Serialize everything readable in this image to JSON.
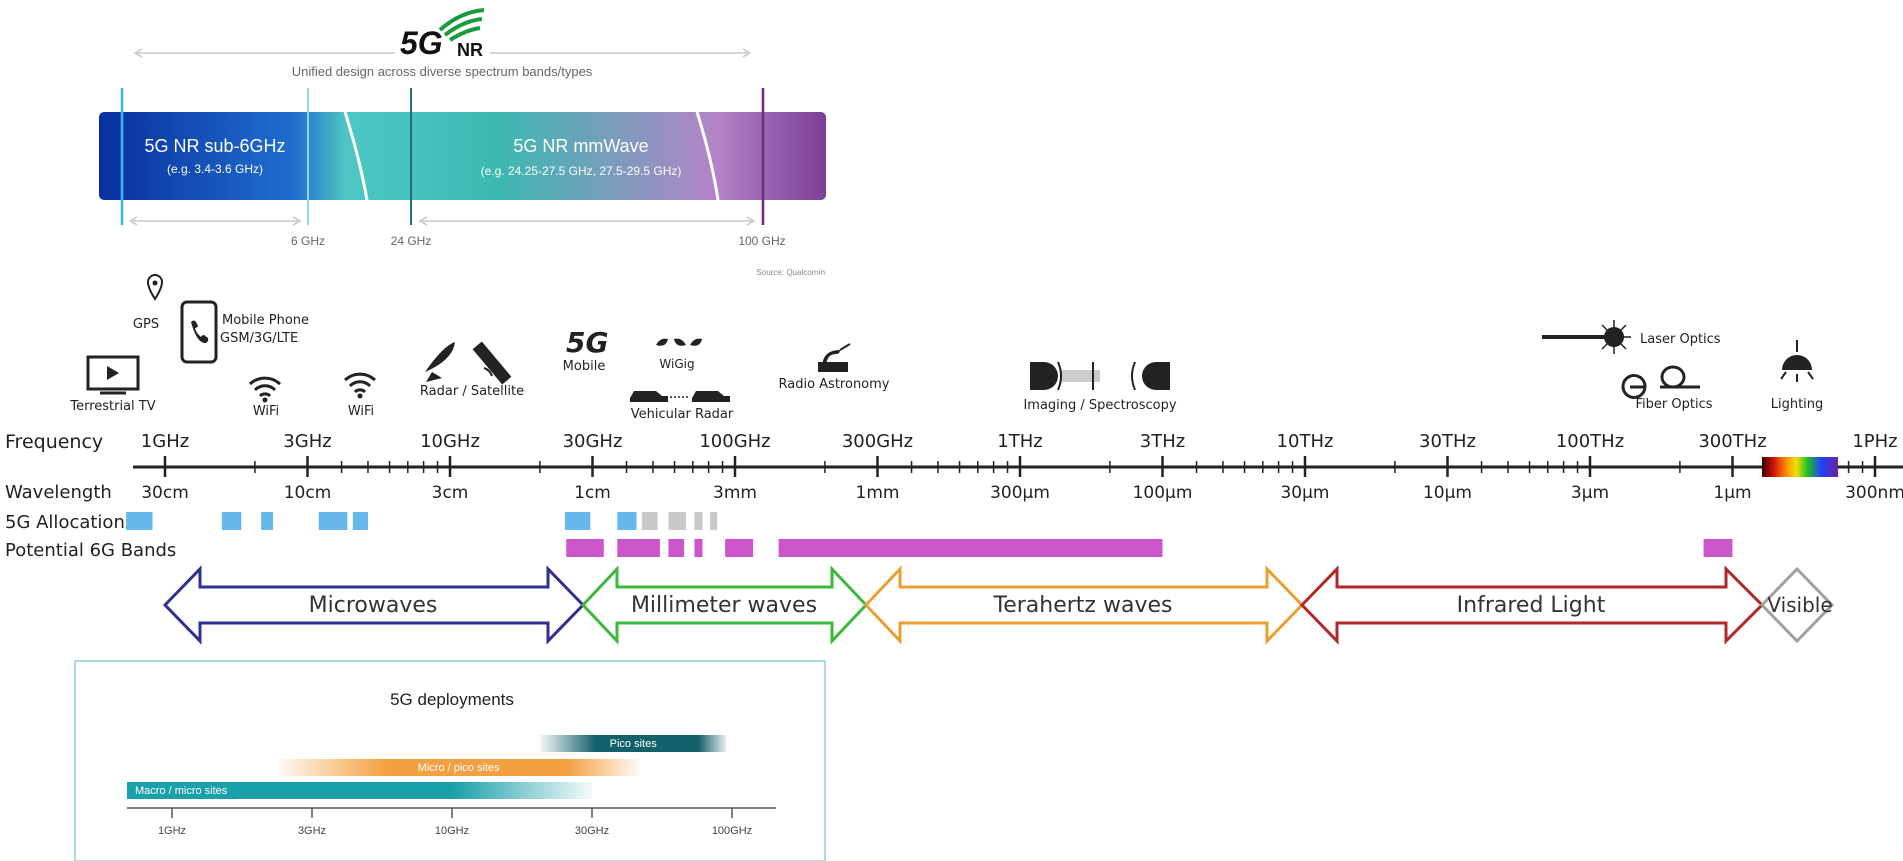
{
  "nr_panel": {
    "logo_main": "5G",
    "logo_sub": "NR",
    "subtitle": "Unified design across diverse spectrum bands/types",
    "sub6": {
      "title": "5G NR sub-6GHz",
      "example": "(e.g. 3.4-3.6 GHz)"
    },
    "mmwave": {
      "title": "5G NR mmWave",
      "example": "(e.g. 24.25-27.5 GHz, 27.5-29.5 GHz)"
    },
    "markers": [
      "6 GHz",
      "24 GHz",
      "100 GHz"
    ],
    "source": "Source: Qualcomm"
  },
  "applications": [
    {
      "label": "GPS",
      "icon": "location-pin-icon"
    },
    {
      "label": "Mobile Phone",
      "label2": "GSM/3G/LTE",
      "icon": "mobile-phone-icon"
    },
    {
      "label": "Terrestrial TV",
      "icon": "tv-icon"
    },
    {
      "label": "WiFi",
      "icon": "wifi-icon"
    },
    {
      "label": "WiFi",
      "icon": "wifi-icon"
    },
    {
      "label": "Radar / Satellite",
      "icon": "satellite-dish-icon"
    },
    {
      "label": "Mobile",
      "icon": "5g-icon",
      "glyph": "5G"
    },
    {
      "label": "WiGig",
      "icon": "wigig-icon"
    },
    {
      "label": "Vehicular Radar",
      "icon": "car-icon"
    },
    {
      "label": "Radio Astronomy",
      "icon": "telescope-icon"
    },
    {
      "label": "Imaging / Spectroscopy",
      "icon": "lens-icon"
    },
    {
      "label": "Laser Optics",
      "icon": "laser-icon"
    },
    {
      "label": "Fiber Optics",
      "icon": "fiber-icon"
    },
    {
      "label": "Lighting",
      "icon": "lamp-icon"
    }
  ],
  "spectrum": {
    "frequency_label": "Frequency",
    "wavelength_label": "Wavelength",
    "allocations_label": "5G Allocations",
    "potential6g_label": "Potential 6G Bands",
    "frequency_ticks": [
      "1GHz",
      "3GHz",
      "10GHz",
      "30GHz",
      "100GHz",
      "300GHz",
      "1THz",
      "3THz",
      "10THz",
      "30THz",
      "100THz",
      "300THz",
      "1PHz"
    ],
    "wavelength_ticks": [
      "30cm",
      "10cm",
      "3cm",
      "1cm",
      "3mm",
      "1mm",
      "300µm",
      "100µm",
      "30µm",
      "10µm",
      "3µm",
      "1µm",
      "300nm"
    ],
    "allocations_5g_ghz": [
      [
        0.72,
        0.9
      ],
      [
        1.55,
        1.8
      ],
      [
        2.1,
        2.3
      ],
      [
        3.3,
        4.2
      ],
      [
        4.4,
        5.0
      ],
      [
        24.25,
        29.5
      ],
      [
        37,
        43.5
      ],
      [
        45.5,
        52
      ],
      [
        57,
        66
      ],
      [
        71,
        76
      ],
      [
        81,
        86
      ]
    ],
    "potential_6g_ghz": [
      [
        24.5,
        33
      ],
      [
        37,
        53
      ],
      [
        57,
        65
      ],
      [
        71,
        76
      ],
      [
        92,
        115
      ],
      [
        140,
        3000
      ],
      [
        240000,
        300000
      ]
    ],
    "bands": [
      {
        "label": "Microwaves",
        "color": "#2f2f8f"
      },
      {
        "label": "Millimeter waves",
        "color": "#3cb83c"
      },
      {
        "label": "Terahertz waves",
        "color": "#e8a030"
      },
      {
        "label": "Infrared Light",
        "color": "#b02828"
      },
      {
        "label": "Visible",
        "color": "#a0a0a0"
      }
    ],
    "allocation_color": "#66b8ec",
    "allocation_grey": "#c8c8c8",
    "potential_color": "#cc55cc"
  },
  "deployments": {
    "title": "5G deployments",
    "bars": [
      {
        "label": "Pico sites",
        "from_ghz": 20,
        "to_ghz": 95,
        "color": "#12606a"
      },
      {
        "label": "Micro / pico sites",
        "from_ghz": 2.3,
        "to_ghz": 45,
        "color": "#f5a040"
      },
      {
        "label": "Macro / micro sites",
        "from_ghz": 0.6,
        "to_ghz": 30,
        "color": "#1aa0aa"
      }
    ],
    "axis_ticks": [
      "1GHz",
      "3GHz",
      "10GHz",
      "30GHz",
      "100GHz"
    ]
  }
}
